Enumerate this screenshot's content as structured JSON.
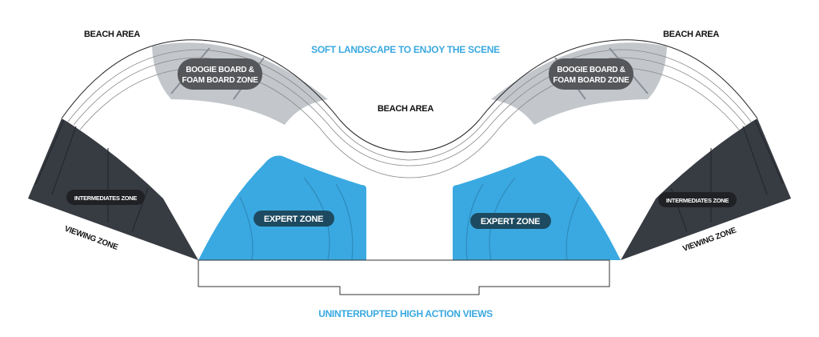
{
  "labels": {
    "beach_left": "BEACH AREA",
    "beach_right": "BEACH AREA",
    "beach_center": "BEACH AREA",
    "soft_landscape": "SOFT LANDSCAPE TO ENJOY THE SCENE",
    "boogie_line1": "BOOGIE BOARD &",
    "boogie_line2": "FOAM BOARD ZONE",
    "intermediates": "INTERMEDIATES ZONE",
    "expert": "EXPERT ZONE",
    "viewing": "VIEWING ZONE",
    "views": "UNINTERRUPTED HIGH ACTION VIEWS"
  },
  "colors": {
    "accent_blue": "#3aa9e1",
    "expert_zone": "#3aa9e1",
    "expert_pill": "#1d4a60",
    "intermediate_zone": "#373b42",
    "boogie_zone": "#c3c7cc",
    "boogie_pill": "#55575a"
  }
}
